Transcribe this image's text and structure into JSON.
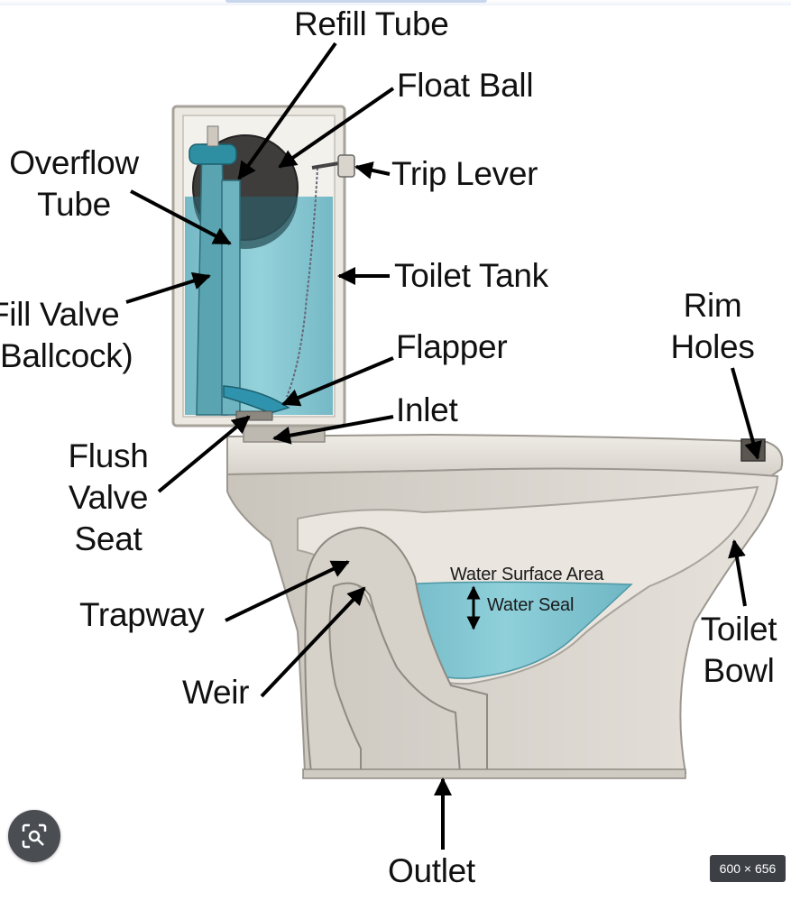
{
  "labels": {
    "refill_tube": "Refill Tube",
    "float_ball": "Float Ball",
    "overflow_tube": "Overflow\nTube",
    "trip_lever": "Trip Lever",
    "toilet_tank": "Toilet Tank",
    "fill_valve": "Fill Valve\n(Ballcock)",
    "rim_holes": "Rim\nHoles",
    "flapper": "Flapper",
    "inlet": "Inlet",
    "flush_valve_seat": "Flush\nValve\nSeat",
    "water_surface_area": "Water Surface Area",
    "water_seal": "Water Seal",
    "trapway": "Trapway",
    "toilet_bowl": "Toilet\nBowl",
    "weir": "Weir",
    "outlet": "Outlet"
  },
  "overlay": {
    "lens_icon": "lens-scan-icon",
    "size_badge": "600 × 656"
  },
  "colors": {
    "water": "#7cc3cf",
    "porcelain": "#e4e0d9",
    "porcelain_shadow": "#b9b4ac",
    "arrow": "#000000"
  }
}
